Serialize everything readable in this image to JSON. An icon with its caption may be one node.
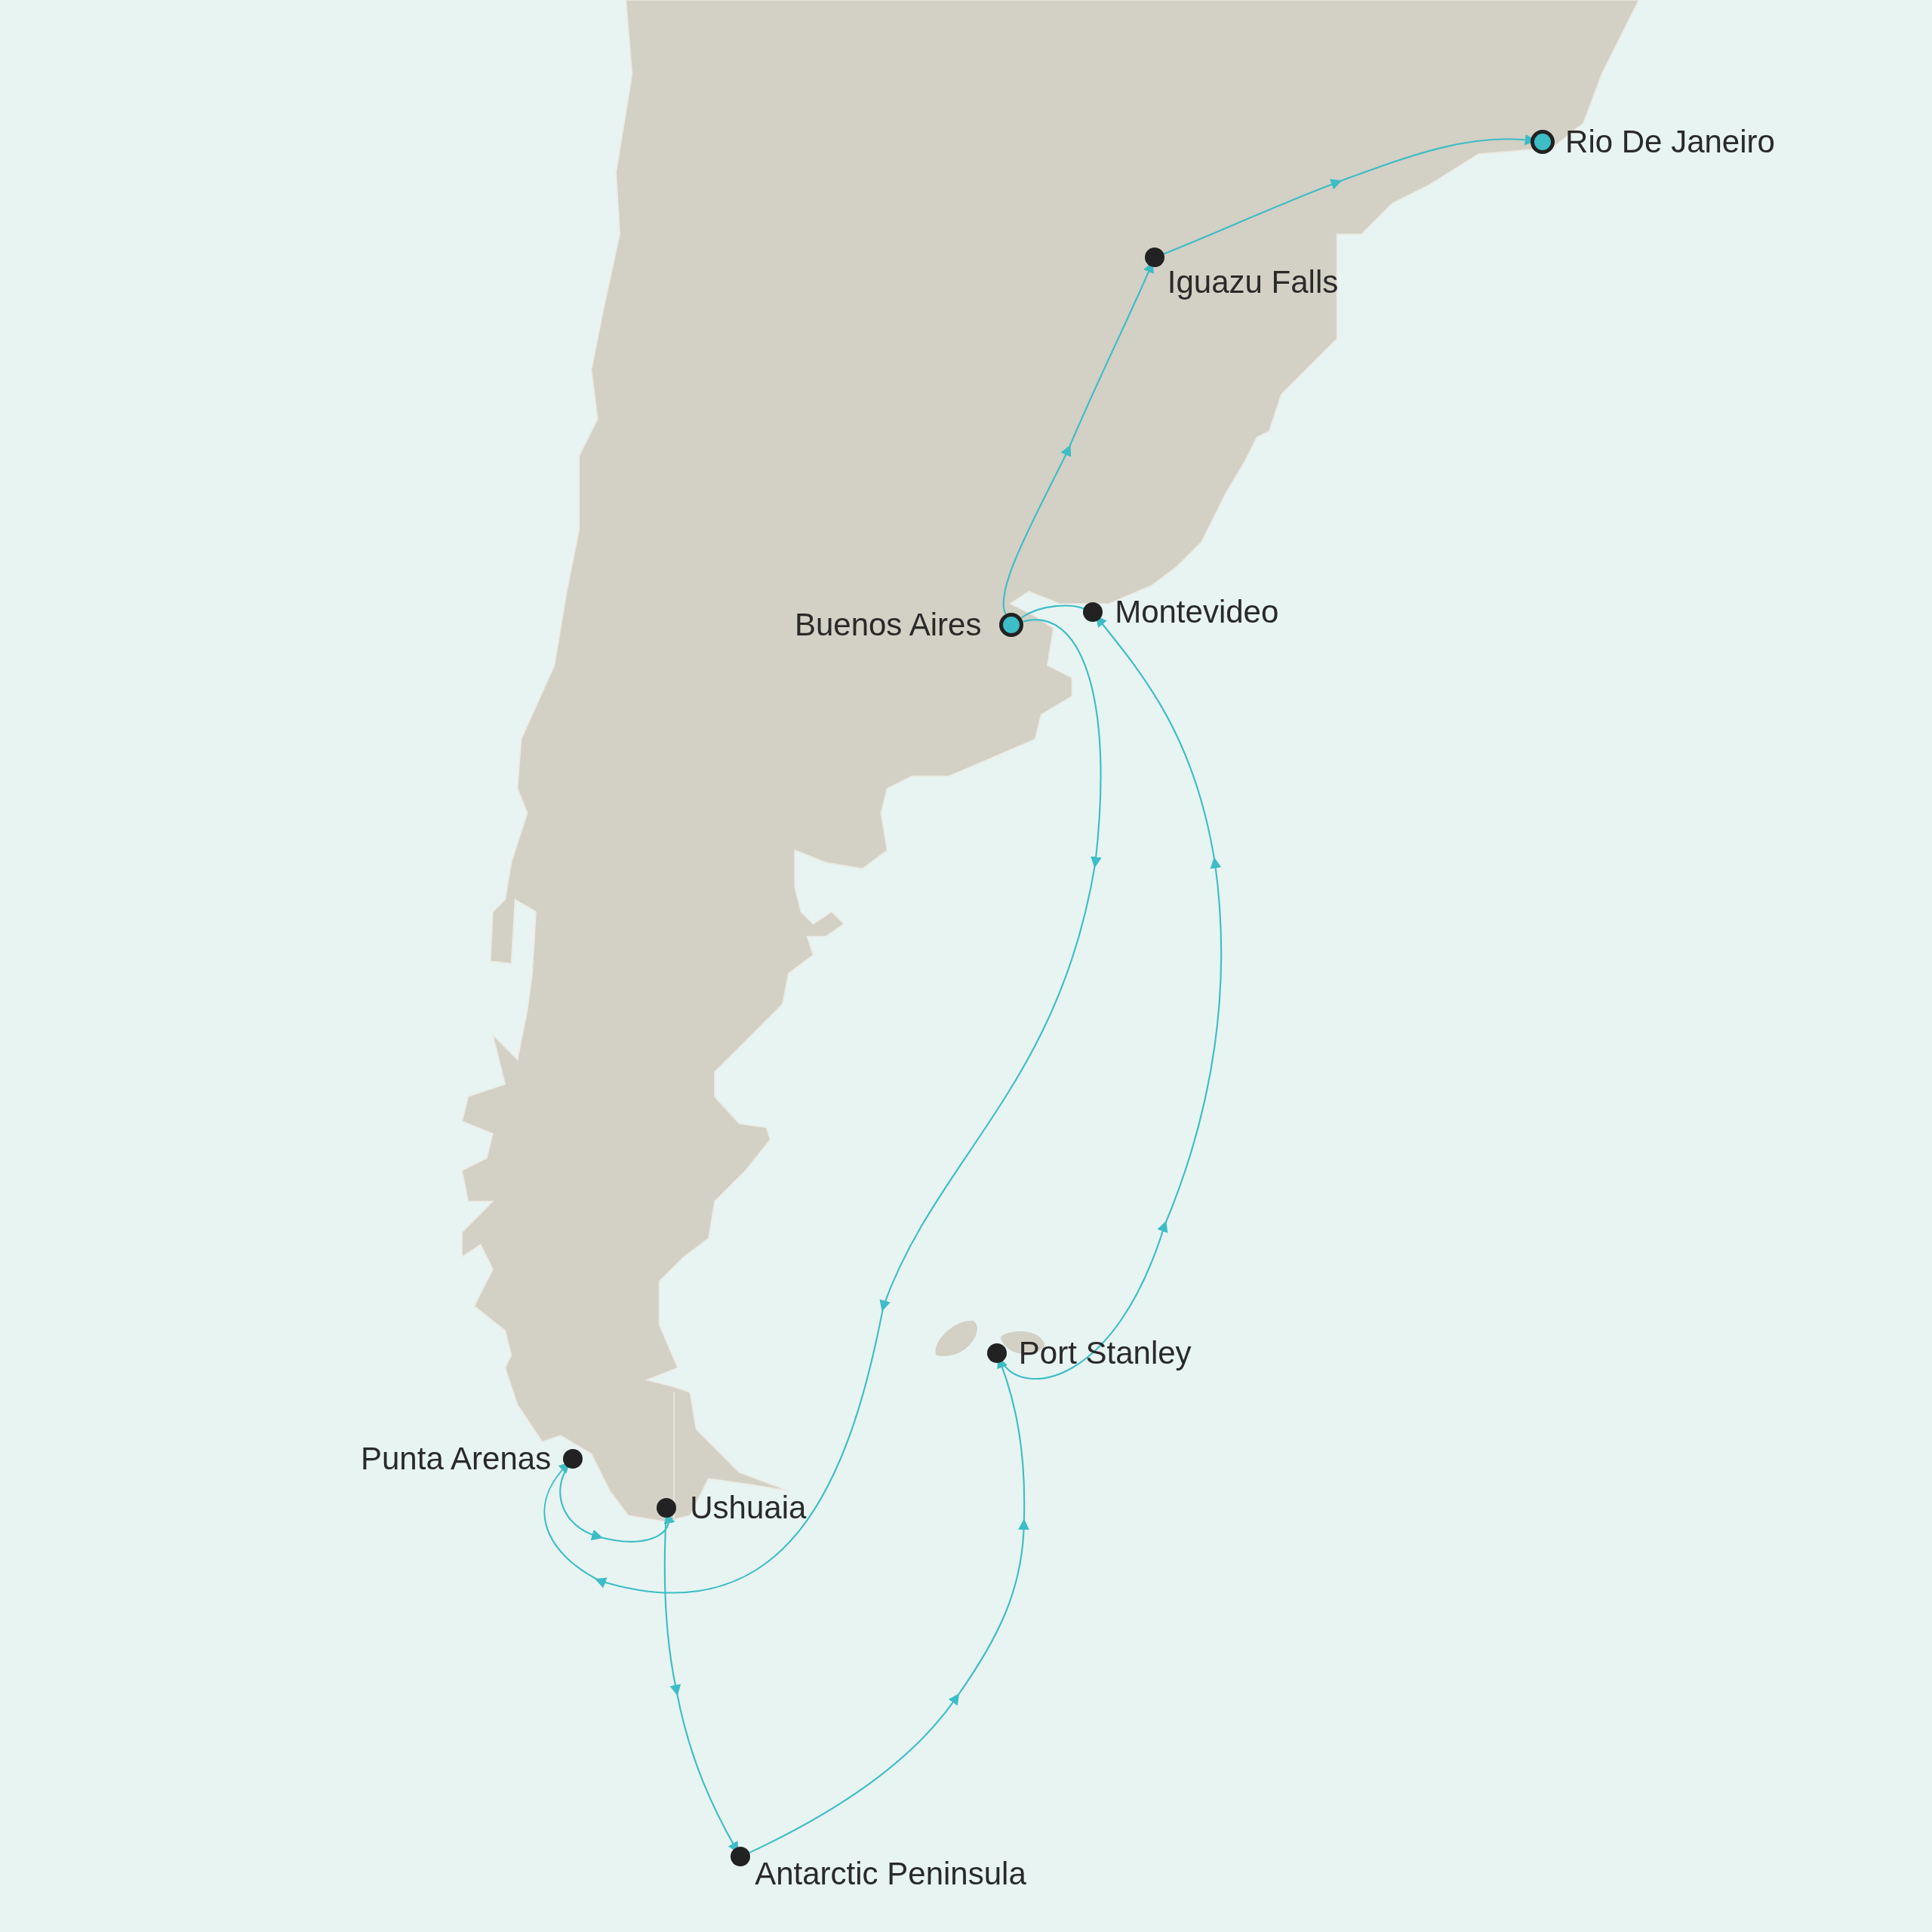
{
  "diagram": {
    "nodes": [
      {
        "text": [
          "Rio De Janeiro"
        ]
      },
      {
        "text": [
          "Iguazu Falls"
        ]
      },
      {
        "text": [
          "Buenos Aires"
        ]
      },
      {
        "text": [
          "Montevideo"
        ]
      },
      {
        "text": [
          "Port Stanley"
        ]
      },
      {
        "text": [
          "Punta Arenas"
        ]
      },
      {
        "text": [
          "Ushuaia"
        ]
      },
      {
        "text": [
          "Antarctic Peninsula"
        ]
      }
    ],
    "edges": [
      {
        "from": 2,
        "to": 1,
        "arrow": "to"
      },
      {
        "from": 1,
        "to": 0,
        "arrow": "to"
      },
      {
        "from": 2,
        "to": 5,
        "arrow": "to"
      },
      {
        "from": 5,
        "to": 6,
        "arrow": "to"
      },
      {
        "from": 6,
        "to": 7,
        "arrow": "to"
      },
      {
        "from": 7,
        "to": 4,
        "arrow": "to"
      },
      {
        "from": 4,
        "to": 3,
        "arrow": "to"
      },
      {
        "from": 3,
        "to": 2,
        "arrow": "none"
      }
    ]
  }
}
